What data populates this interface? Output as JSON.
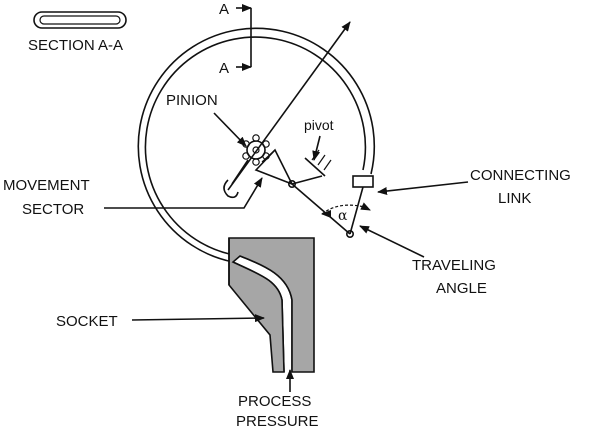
{
  "labels": {
    "section": "SECTION A-A",
    "section_mark_top": "A",
    "section_mark_bottom": "A",
    "pinion": "PINION",
    "pivot": "pivot",
    "movement_line1": "MOVEMENT",
    "movement_line2": "SECTOR",
    "connecting_line1": "CONNECTING",
    "connecting_line2": "LINK",
    "alpha": "α",
    "traveling_line1": "TRAVELING",
    "traveling_line2": "ANGLE",
    "socket": "SOCKET",
    "process_line1": "PROCESS",
    "process_line2": "PRESSURE"
  },
  "colors": {
    "line": "#111111",
    "socket_fill": "#a6a6a6",
    "background": "#ffffff"
  }
}
